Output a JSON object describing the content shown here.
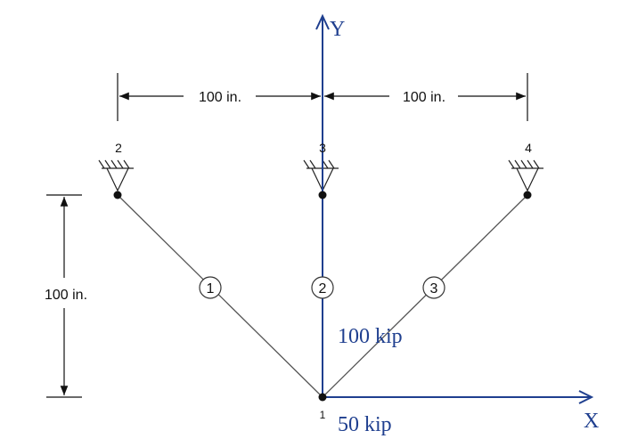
{
  "axes": {
    "x_label": "X",
    "y_label": "Y",
    "color": "#1f3f8f"
  },
  "dimensions": {
    "left_span": "100 in.",
    "right_span": "100 in.",
    "height": "100 in."
  },
  "nodes": [
    {
      "id": "1",
      "label": "1"
    },
    {
      "id": "2",
      "label": "2"
    },
    {
      "id": "3",
      "label": "3"
    },
    {
      "id": "4",
      "label": "4"
    }
  ],
  "elements": [
    {
      "id": "1",
      "label": "1"
    },
    {
      "id": "2",
      "label": "2"
    },
    {
      "id": "3",
      "label": "3"
    }
  ],
  "loads": {
    "vertical": "100 kip",
    "horizontal": "50 kip",
    "color": "#1f3f8f"
  }
}
